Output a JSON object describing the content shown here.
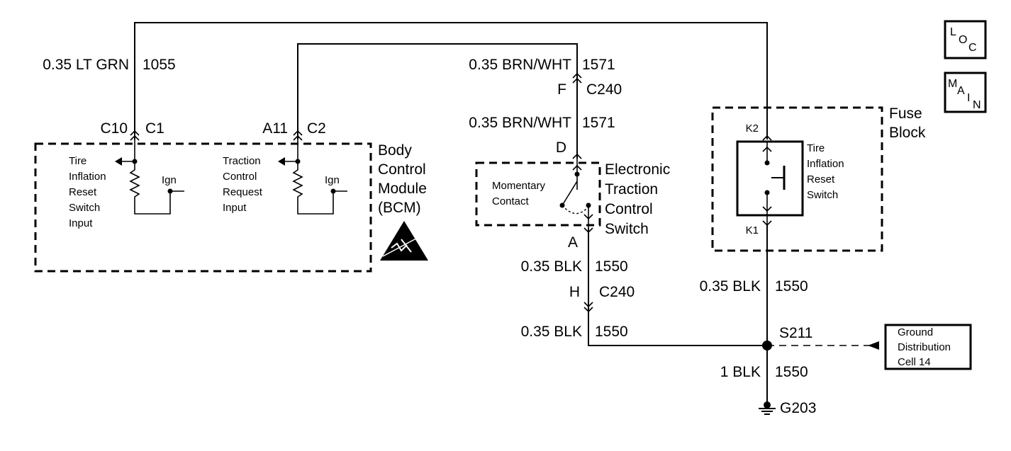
{
  "wires": {
    "bcm_c1": {
      "gauge_color": "0.35 LT GRN",
      "circuit": "1055"
    },
    "etcs_upper_top": {
      "gauge_color": "0.35 BRN/WHT",
      "circuit": "1571"
    },
    "etcs_upper_bottom": {
      "gauge_color": "0.35 BRN/WHT",
      "circuit": "1571"
    },
    "etcs_lower_top": {
      "gauge_color": "0.35 BLK",
      "circuit": "1550"
    },
    "etcs_lower_bottom": {
      "gauge_color": "0.35 BLK",
      "circuit": "1550"
    },
    "fuse_lower": {
      "gauge_color": "0.35 BLK",
      "circuit": "1550"
    },
    "ground": {
      "gauge_color": "1 BLK",
      "circuit": "1550"
    }
  },
  "connectors": {
    "bcm_c10": "C10",
    "bcm_c1": "C1",
    "bcm_a11": "A11",
    "bcm_c2": "C2",
    "c240_pin_f": "F",
    "c240_top": "C240",
    "etcs_d": "D",
    "etcs_a": "A",
    "c240_pin_h": "H",
    "c240_bottom": "C240",
    "fuse_k2": "K2",
    "fuse_k1": "K1"
  },
  "bcm": {
    "title_lines": [
      "Body",
      "Control",
      "Module",
      "(BCM)"
    ],
    "input1_lines": [
      "Tire",
      "Inflation",
      "Reset",
      "Switch",
      "Input"
    ],
    "input2_lines": [
      "Traction",
      "Control",
      "Request",
      "Input"
    ],
    "ign1": "Ign",
    "ign2": "Ign"
  },
  "etcs": {
    "title_lines": [
      "Electronic",
      "Traction",
      "Control",
      "Switch"
    ],
    "contact_lines": [
      "Momentary",
      "Contact"
    ]
  },
  "fuse_block": {
    "title_lines": [
      "Fuse",
      "Block"
    ],
    "switch_lines": [
      "Tire",
      "Inflation",
      "Reset",
      "Switch"
    ]
  },
  "splice": "S211",
  "ground": "G203",
  "ground_distribution_lines": [
    "Ground",
    "Distribution",
    "Cell 14"
  ],
  "badges": {
    "loc": [
      "L",
      "O",
      "C"
    ],
    "main": [
      "M",
      "A",
      "I",
      "N"
    ]
  }
}
